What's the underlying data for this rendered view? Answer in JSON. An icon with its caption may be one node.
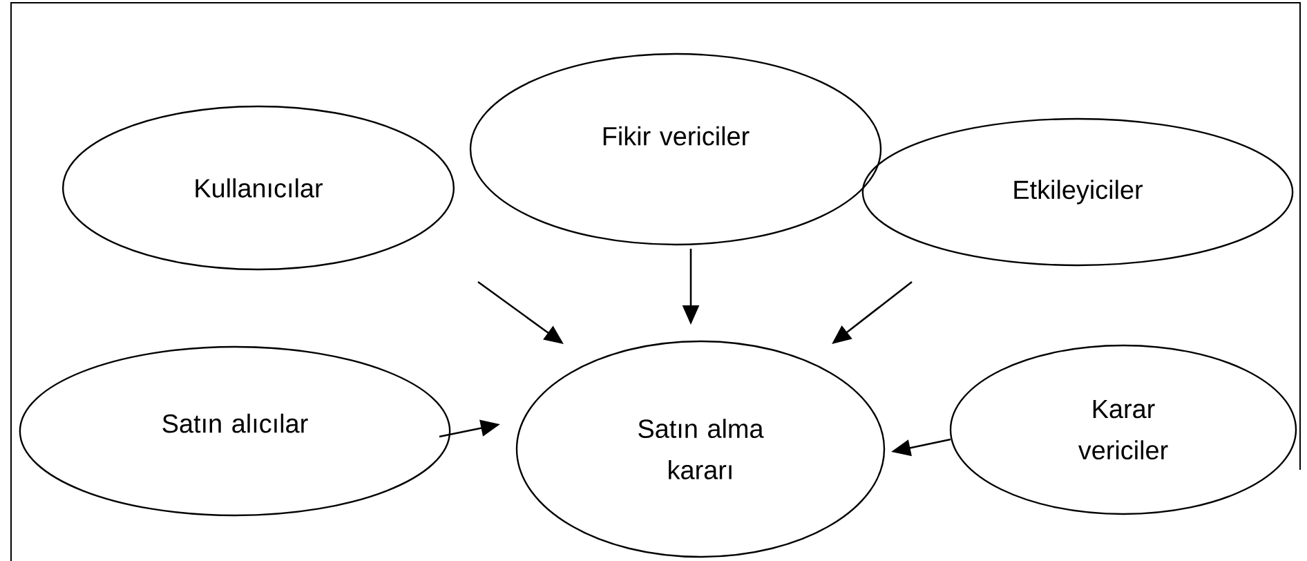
{
  "diagram": {
    "nodes": [
      {
        "text": [
          "Kullanıcılar"
        ]
      },
      {
        "text": [
          "Fikir vericiler"
        ]
      },
      {
        "text": [
          "Etkileyiciler"
        ]
      },
      {
        "text": [
          "Satın alıcılar"
        ]
      },
      {
        "text": [
          "Satın alma kararı"
        ]
      },
      {
        "text": [
          "Karar vericiler"
        ]
      }
    ],
    "edges": [
      {
        "from": 0,
        "to": 4,
        "arrow": "to"
      },
      {
        "from": 1,
        "to": 4,
        "arrow": "to"
      },
      {
        "from": 2,
        "to": 4,
        "arrow": "to"
      },
      {
        "from": 3,
        "to": 4,
        "arrow": "to"
      },
      {
        "from": 5,
        "to": 4,
        "arrow": "to"
      }
    ]
  }
}
